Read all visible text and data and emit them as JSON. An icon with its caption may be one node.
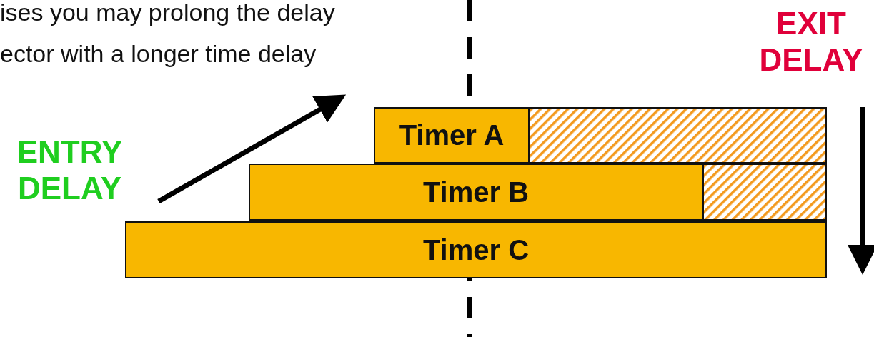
{
  "diagram": {
    "nodes": [
      {
        "text": [
          "Timer A"
        ]
      },
      {
        "text": [],
        "shape": "box"
      },
      {
        "text": [
          "Timer B"
        ]
      },
      {
        "text": [],
        "shape": "box"
      },
      {
        "text": [
          "Timer C"
        ]
      }
    ],
    "labels": [
      "ises you may prolong the delay",
      "EXIT DELAY",
      "ector with a longer time delay",
      "ENTRY DELAY"
    ]
  }
}
